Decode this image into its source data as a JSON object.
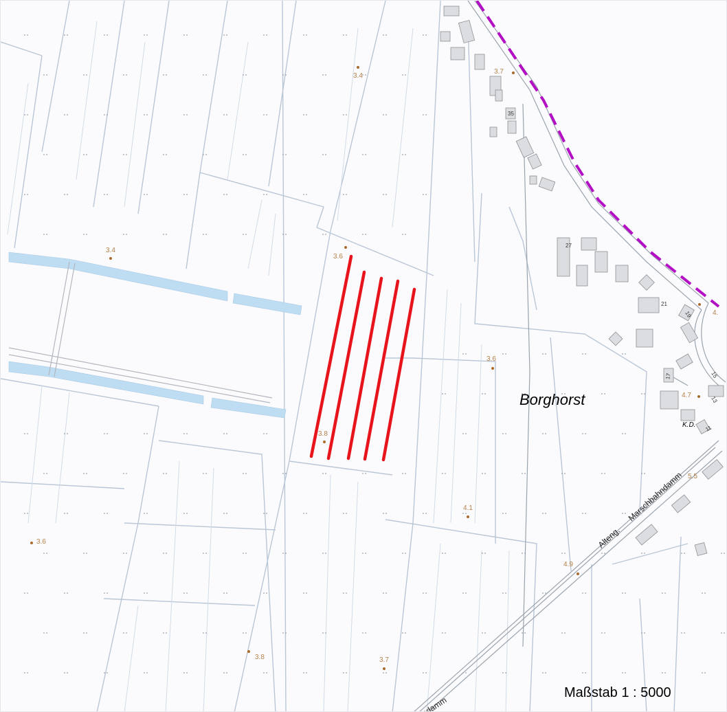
{
  "map": {
    "place_name": "Borghorst",
    "scale_label": "Maßstab 1 : 5000",
    "colors": {
      "background": "#fbfbfd",
      "field_boundary": "#b9c6d6",
      "water": "#bedcf2",
      "marked_lines": "#e8141c",
      "district_boundary": "#b30fc4",
      "building": "#dcdde0",
      "elevation_label": "#b5824a"
    },
    "elevation_points": [
      {
        "label": "3.4"
      },
      {
        "label": "3.7"
      },
      {
        "label": "3.4"
      },
      {
        "label": "3.6"
      },
      {
        "label": "3.6"
      },
      {
        "label": "3.8"
      },
      {
        "label": "4.7"
      },
      {
        "label": "5.5"
      },
      {
        "label": "4.1"
      },
      {
        "label": "3.6"
      },
      {
        "label": "4.9"
      },
      {
        "label": "3.8"
      },
      {
        "label": "3.7"
      },
      {
        "label": "4."
      }
    ],
    "house_numbers": [
      "35",
      "27",
      "21",
      "19",
      "17",
      "15",
      "13",
      "11"
    ],
    "labels": {
      "kd": "K.D.",
      "road_alteng": "Alteng.",
      "road_marsch": "Marschbahndamm",
      "road_damm": "ndamm"
    },
    "icons": [
      "elevation-point-icon",
      "meadow-symbol-icon"
    ]
  }
}
